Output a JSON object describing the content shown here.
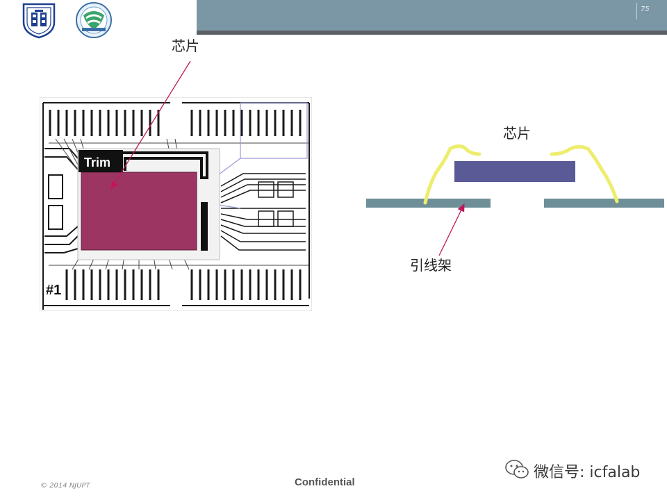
{
  "header": {
    "slide_number": "75",
    "bar_color": "#7b97a5"
  },
  "logos": [
    "university-seal-icon",
    "society-logo-icon"
  ],
  "labels": {
    "chip_left": "芯片",
    "chip_right": "芯片",
    "lead_frame": "引线架",
    "trim": "Trim",
    "package_id": "#1"
  },
  "colors": {
    "die": "#9c3562",
    "chip_cross_section": "#5a5a96",
    "lead_frame": "#6f8f98",
    "bond_wire": "#eded6e",
    "arrow": "#c0185a"
  },
  "footer": {
    "copyright": "© 2014 NJUPT",
    "confidential": "Confidential",
    "wechat": "微信号: icfalab"
  }
}
